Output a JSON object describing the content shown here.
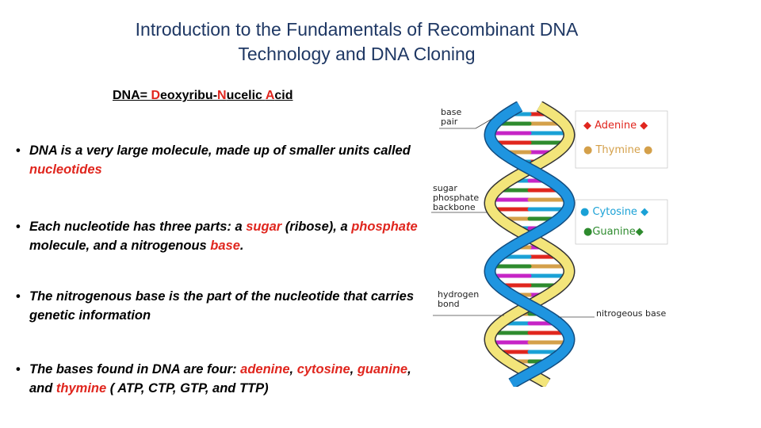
{
  "title": {
    "line1": "Introduction to the Fundamentals of Recombinant DNA",
    "line2": "Technology and DNA Cloning"
  },
  "subtitle": {
    "prefix": "DNA= ",
    "d": "D",
    "r1": "eoxyribu-",
    "n": "N",
    "r2": "ucelic ",
    "a": "A",
    "r3": "cid"
  },
  "bullets": {
    "b1": {
      "text": "DNA is a very large molecule, made up of smaller units called ",
      "em": "nucleotides"
    },
    "b2": {
      "t1": "Each nucleotide has three parts: a ",
      "sugar": "sugar",
      "t2": " (ribose), a ",
      "phosphate": "phosphate",
      "t3": " molecule, and a nitrogenous ",
      "base": "base",
      "t4": "."
    },
    "b3": {
      "text": "The nitrogenous base is the part of the nucleotide that carries genetic information"
    },
    "b4": {
      "t1": "The bases found in DNA are four: ",
      "adenine": "adenine",
      "c1": ", ",
      "cytosine": "cytosine",
      "c2": ", ",
      "guanine": "guanine",
      "c3": ", and ",
      "thymine": "thymine",
      "t2": " ( ATP, CTP, GTP, and TTP)"
    }
  },
  "diagram": {
    "labels": {
      "base_pair": [
        "base",
        "pair"
      ],
      "sugar": [
        "sugar",
        "phosphate",
        "backbone"
      ],
      "hydrogen": [
        "hydrogen",
        "bond"
      ],
      "nitro": "nitrogeous base"
    },
    "legend": {
      "adenine": "Adenine",
      "thymine": "Thymine",
      "cytosine": "Cytosine",
      "guanine": "Guanine"
    },
    "colors": {
      "adenine": "#e0261e",
      "thymine": "#d4a04a",
      "cytosine": "#1aa1d6",
      "guanine": "#2e8b2e",
      "purple": "#c624c6",
      "strand_yellow": "#f3e57a",
      "strand_blue": "#1f95e0"
    }
  }
}
